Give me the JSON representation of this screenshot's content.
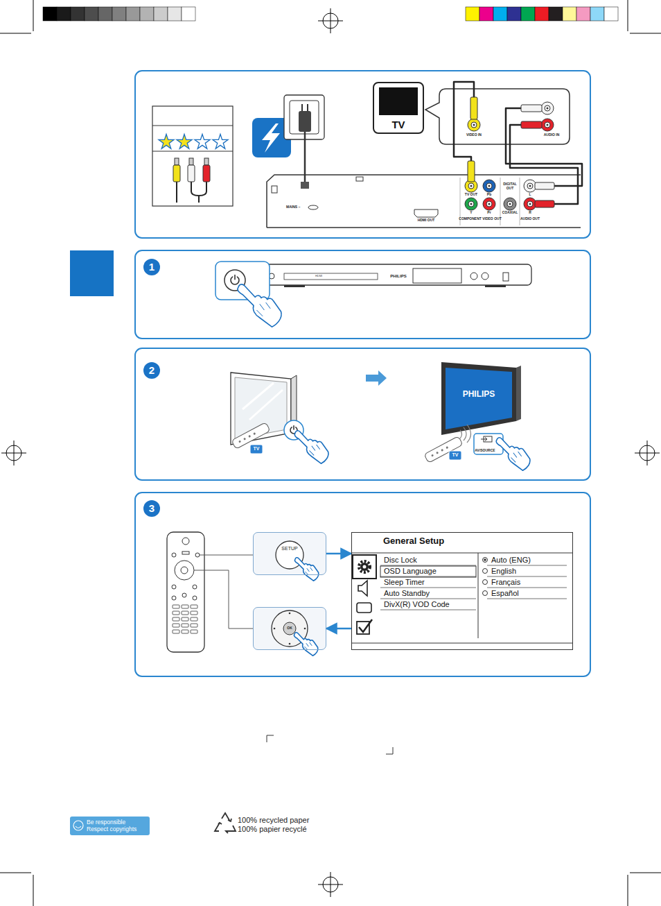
{
  "diagram": {
    "nodes": [
      {
        "text": [
          "TV"
        ]
      },
      {
        "text": [
          "1"
        ]
      },
      {
        "text": [
          "2"
        ]
      },
      {
        "text": [
          "3"
        ]
      },
      {
        "text": [
          "SETUP"
        ]
      },
      {
        "text": [
          "OK"
        ]
      },
      {
        "text": [
          "General Setup",
          "Disc Lock",
          "OSD Language",
          "Sleep Timer",
          "Auto Standby",
          "DivX(R) VOD Code",
          "Auto (ENG)",
          "English",
          "Français",
          "Español"
        ]
      },
      {
        "text": [
          "Be responsible Respect copyrights"
        ]
      }
    ],
    "edges": [
      {
        "from": 4,
        "to": 6,
        "arrow": "to"
      },
      {
        "from": 6,
        "to": 5,
        "arrow": "to"
      }
    ],
    "labels": [
      "VIDEO IN",
      "AUDIO IN",
      "MAINS ~",
      "HDMI OUT",
      "TV OUT",
      "Pb",
      "DIGITAL OUT",
      "L",
      "Y",
      "Pr",
      "COAXIAL",
      "R",
      "COMPONENT VIDEO OUT",
      "AUDIO OUT",
      "HDMI",
      "PHILIPS",
      "PHILIPS",
      "AV/SOURCE",
      "TV",
      "TV",
      "100% recycled paper",
      "100% papier recyclé"
    ]
  }
}
